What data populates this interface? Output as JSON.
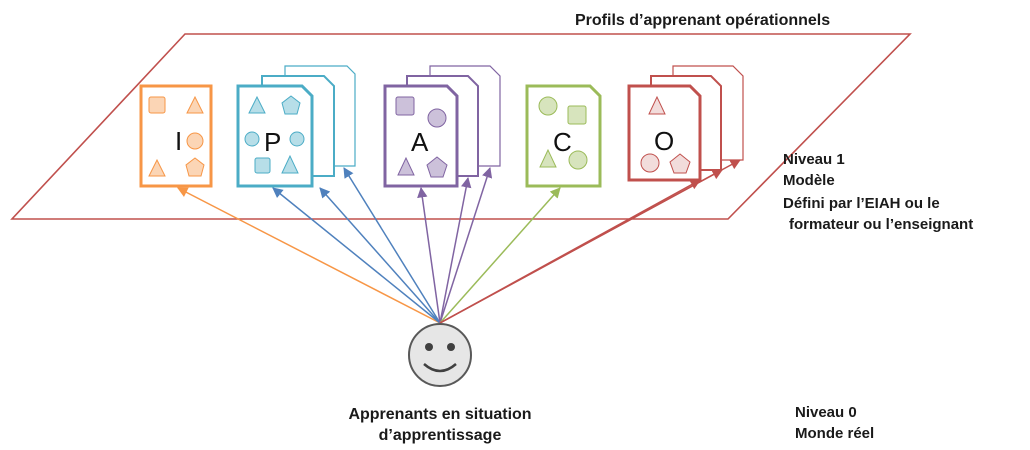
{
  "plane_title": "Profils d’apprenant opérationnels",
  "level1": {
    "title": "Niveau 1",
    "line2": "Modèle",
    "line3": "Défini par l’EIAH ou le",
    "line4": "formateur  ou l’enseignant"
  },
  "level0": {
    "title": "Niveau 0",
    "line2": "Monde réel"
  },
  "learner": {
    "line1": "Apprenants en situation",
    "line2": "d’apprentissage",
    "icon": "smiley-face-icon"
  },
  "profiles": [
    {
      "letter": "I",
      "color": "#f79646",
      "fill": "#fbd5b5"
    },
    {
      "letter": "P",
      "color": "#4bacc6",
      "fill": "#b7dee8"
    },
    {
      "letter": "A",
      "color": "#8064a2",
      "fill": "#ccc1da"
    },
    {
      "letter": "C",
      "color": "#9bbb59",
      "fill": "#d7e4bd"
    },
    {
      "letter": "O",
      "color": "#c0504d",
      "fill": "#f2dcdb"
    }
  ],
  "plane_color": "#c0504d"
}
